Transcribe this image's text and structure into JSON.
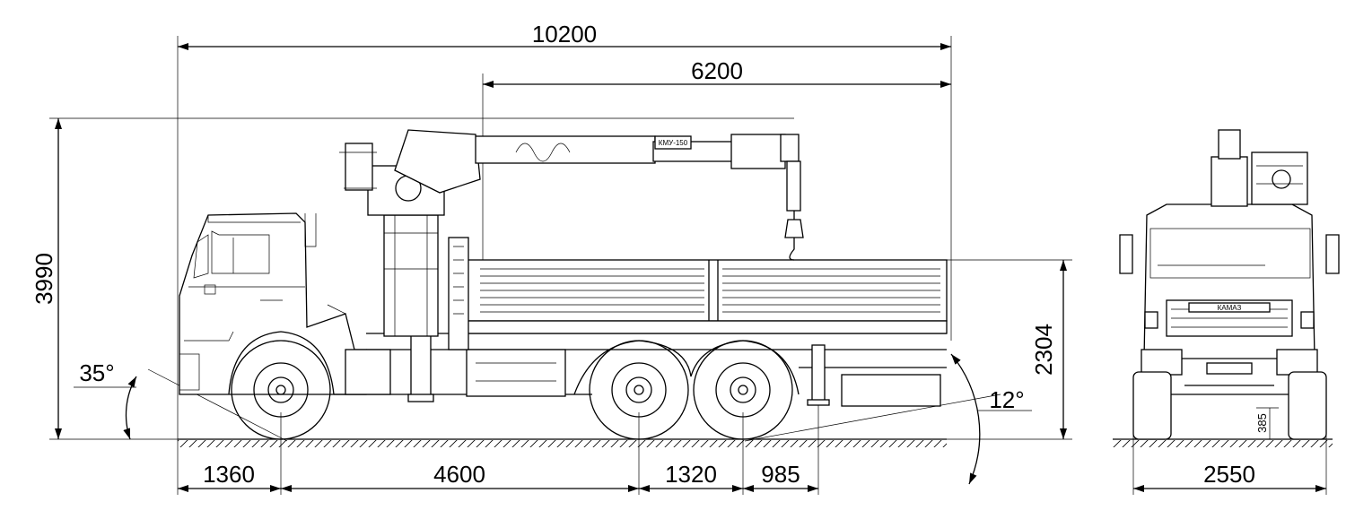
{
  "dimensions": {
    "overall_length": "10200",
    "crane_to_rear": "6200",
    "overall_height": "3990",
    "platform_height": "2304",
    "front_overhang": "1360",
    "wheelbase": "4600",
    "bogie_spacing": "1320",
    "rear_overhang": "985",
    "overall_width": "2550",
    "ground_clearance": "385"
  },
  "angles": {
    "approach_angle": "35°",
    "departure_angle": "12°"
  },
  "labels": {
    "crane_model": "КМУ-150",
    "brand": "КАМАЗ"
  }
}
